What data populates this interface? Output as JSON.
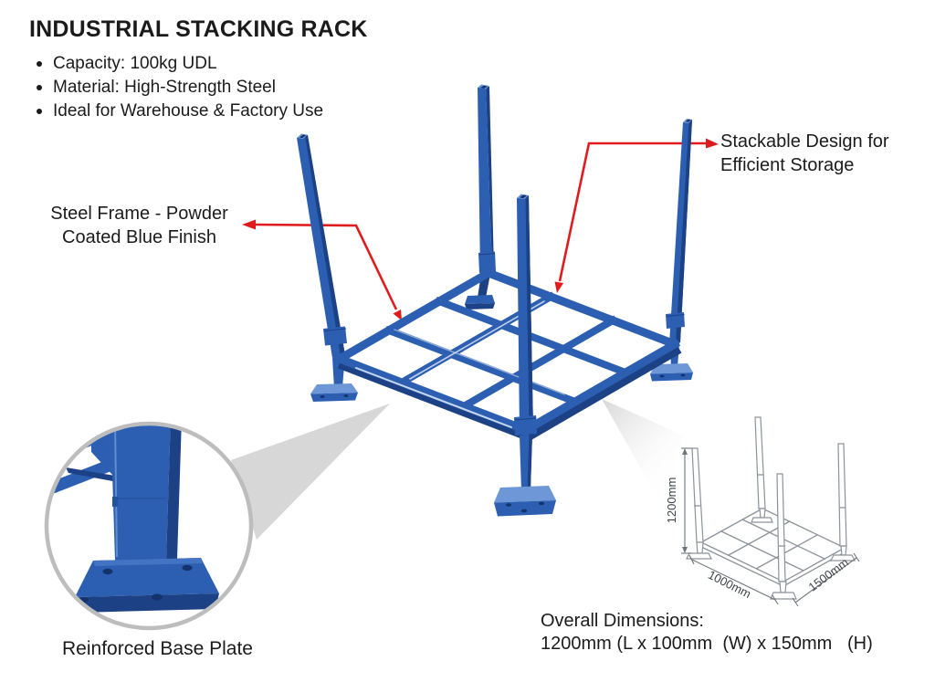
{
  "title": "INDUSTRIAL STACKING RACK",
  "features": {
    "items": [
      "Capacity: 100kg UDL",
      "Material: High-Strength Steel",
      "Ideal for Warehouse & Factory Use"
    ]
  },
  "callouts": {
    "stackable_line1": "Stackable Design for",
    "stackable_line2": "Efficient Storage",
    "steel_frame_line1": "Steel Frame - Powder",
    "steel_frame_line2": "Coated Blue Finish",
    "base_plate_label": "Reinforced Base Plate"
  },
  "dimension_diagram": {
    "height": "1200mm",
    "length": "1000mm",
    "width": "1500mm"
  },
  "overall": {
    "heading": "Overall Dimensions:",
    "value": "1200mm (L x 100mm  (W) x 150mm   (H)"
  },
  "colors": {
    "text_dark": "#1b1b1b",
    "rack_blue": "#2c5fb1",
    "rack_blue_dark": "#1c4185",
    "rack_blue_deep": "#14326b",
    "rack_blue_light": "#6d97d6",
    "rack_highlight": "#e2ebf8",
    "arrow_red": "#e01b1e",
    "beam_gray": "#d7d7d7",
    "circle_border_gray": "#bdbdbd",
    "wireframe_gray": "#8d939b",
    "dim_line_gray": "#70757c"
  }
}
